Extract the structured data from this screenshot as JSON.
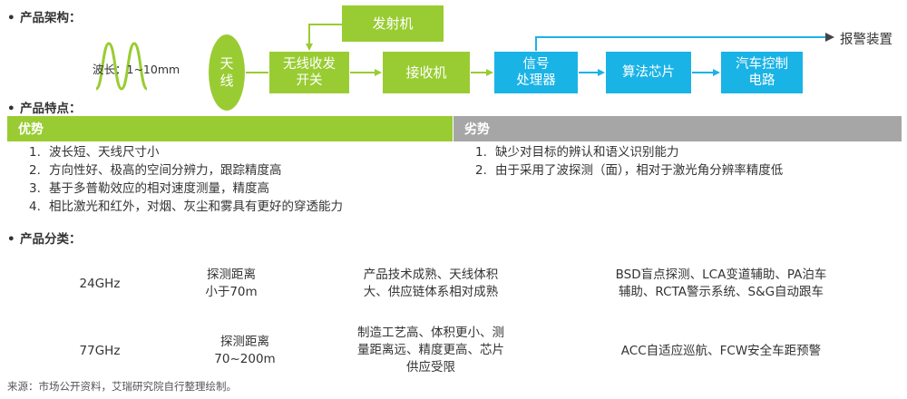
{
  "architecture": {
    "section_title": "产品架构：",
    "wave_label": "波长：1~10mm",
    "antenna": "天\n线",
    "transceiver_switch": "无线收发\n开关",
    "transmitter": "发射机",
    "receiver": "接收机",
    "signal_processor": "信号\n处理器",
    "algorithm_chip": "算法芯片",
    "vehicle_control": "汽车控制\n电路",
    "alarm_device": "报警装置"
  },
  "features": {
    "section_title": "产品特点：",
    "advantages_title": "优势",
    "disadvantages_title": "劣势",
    "advantages": [
      {
        "num": "1.",
        "text": "波长短、天线尺寸小"
      },
      {
        "num": "2.",
        "text": "方向性好、极高的空间分辨力，跟踪精度高"
      },
      {
        "num": "3.",
        "text": "基于多普勒效应的相对速度测量，精度高"
      },
      {
        "num": "4.",
        "text": "相比激光和红外，对烟、灰尘和雾具有更好的穿透能力"
      }
    ],
    "disadvantages": [
      {
        "num": "1.",
        "text": "缺少对目标的辨认和语义识别能力"
      },
      {
        "num": "2.",
        "text": "由于采用了波探测（面），相对于激光角分辨率精度低"
      }
    ]
  },
  "classification": {
    "section_title": "产品分类：",
    "rows": [
      {
        "freq": "24GHz",
        "range": "探测距离\n小于70m",
        "traits": "产品技术成熟、天线体积\n大、供应链体系相对成熟",
        "apps": "BSD盲点探测、LCA变道辅助、PA泊车\n辅助、RCTA警示系统、S&G自动跟车"
      },
      {
        "freq": "77GHz",
        "range": "探测距离\n70~200m",
        "traits": "制造工艺高、体积更小、测\n量距离远、精度更高、芯片\n供应受限",
        "apps": "ACC自适应巡航、FCW安全车距预警"
      }
    ]
  },
  "source": "来源：市场公开资料，艾瑞研究院自行整理绘制。",
  "colors": {
    "green": "#99cc33",
    "cyan": "#1ab3e6",
    "advantage_header": "#99cc33",
    "disadvantage_header": "#a6a6a6"
  }
}
